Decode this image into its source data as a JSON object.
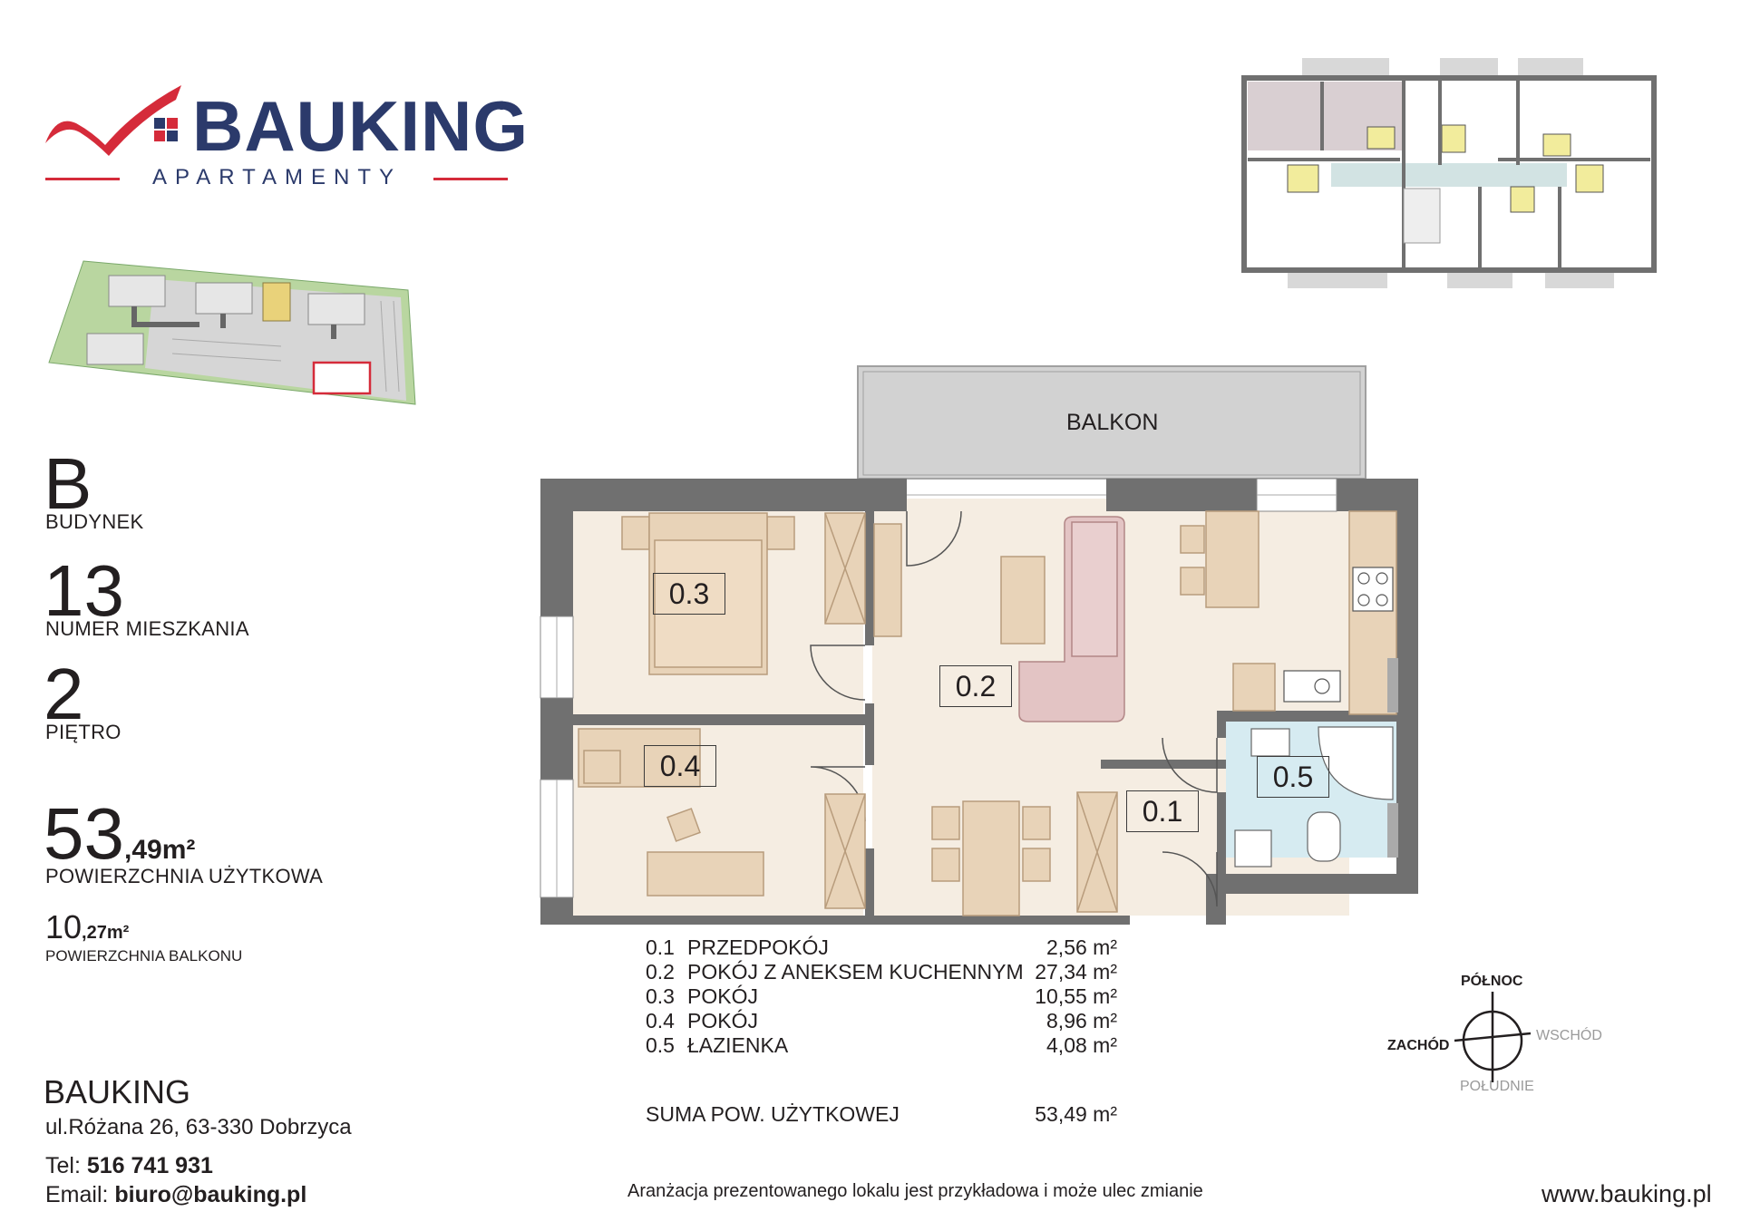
{
  "brand": {
    "name": "BAUKING",
    "registered_mark": "®",
    "tagline": "APARTAMENTY",
    "accent_color": "#d52b3a",
    "primary_color": "#2b3a6b"
  },
  "building": {
    "value": "B",
    "label": "BUDYNEK"
  },
  "apartment": {
    "value": "13",
    "label": "NUMER MIESZKANIA"
  },
  "floor": {
    "value": "2",
    "label": "PIĘTRO"
  },
  "usable_area": {
    "integer": "53",
    "decimal": ",49m²",
    "label": "POWIERZCHNIA UŻYTKOWA"
  },
  "balcony_area": {
    "integer": "10",
    "decimal": ",27m²",
    "label": "POWIERZCHNIA BALKONU"
  },
  "contact": {
    "name": "BAUKING",
    "address": "ul.Różana 26, 63-330 Dobrzyca",
    "tel_label": "Tel: ",
    "tel": "516 741 931",
    "email_label": "Email: ",
    "email": "biuro@bauking.pl"
  },
  "rooms": [
    {
      "number": "0.1",
      "name": "PRZEDPOKÓJ",
      "area": "2,56 m²"
    },
    {
      "number": "0.2",
      "name": "POKÓJ Z ANEKSEM KUCHENNYM",
      "area": "27,34 m²"
    },
    {
      "number": "0.3",
      "name": "POKÓJ",
      "area": "10,55 m²"
    },
    {
      "number": "0.4",
      "name": "POKÓJ",
      "area": "8,96 m²"
    },
    {
      "number": "0.5",
      "name": "ŁAZIENKA",
      "area": "4,08 m²"
    }
  ],
  "total": {
    "label": "SUMA POW. UŻYTKOWEJ",
    "area": "53,49 m²"
  },
  "plan_labels": {
    "balcony": "BALKON",
    "r01": "0.1",
    "r02": "0.2",
    "r03": "0.3",
    "r04": "0.4",
    "r05": "0.5"
  },
  "compass": {
    "north": "PÓŁNOC",
    "west": "ZACHÓD",
    "east": "WSCHÓD",
    "south": "POŁUDNIE"
  },
  "disclaimer": "Aranżacja prezentowanego lokalu jest przykładowa i może ulec zmianie",
  "website": "www.bauking.pl"
}
